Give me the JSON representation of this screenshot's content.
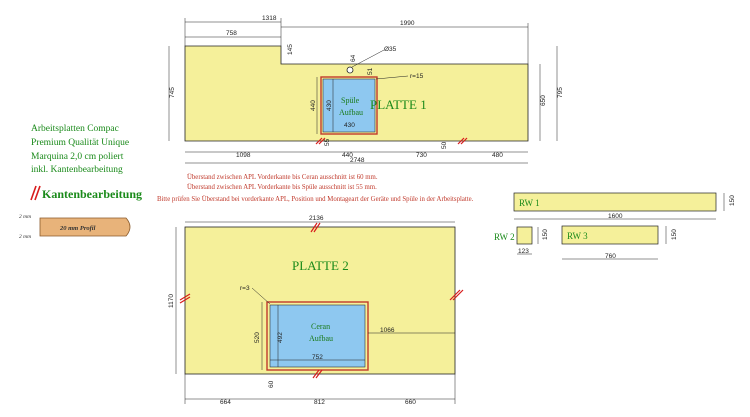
{
  "colors": {
    "plate": "#f5f09a",
    "sink": "#8ec8f0",
    "cutout_border": "#c0392b",
    "edge_mark": "#d81b1b",
    "note_text": "#c0392b",
    "legend_text": "#1a8a1a",
    "dim_line": "#222222"
  },
  "legend": {
    "line1": "Arbeitsplatten Compac",
    "line2": "Premium Qualität Unique",
    "line3": "Marquina 2,0 cm poliert",
    "line4": "inkl. Kantenbearbeitung",
    "edge_title": "Kantenbearbeitung",
    "profile_label": "20 mm Profil",
    "mm_top": "2 mm",
    "mm_bottom": "2 mm"
  },
  "platte1": {
    "label": "PLATTE 1",
    "sink_label_1": "Spüle",
    "sink_label_2": "Aufbau",
    "radius_label": "r=15",
    "hole_label": "Ø35",
    "dims": {
      "total_top": "1318",
      "right_top": "1990",
      "left_top": "758",
      "notch": "145",
      "hole_off_top": "64",
      "hole_off_right": "51",
      "height_left": "745",
      "height_right": "795",
      "height_mid": "650",
      "sink_height_outer": "440",
      "sink_height_inner": "430",
      "sink_width_inner": "430",
      "sink_bottom": "55",
      "small_right": "50",
      "bottom_left": "1098",
      "bottom_sink": "440",
      "bottom_mid": "730",
      "bottom_right": "480",
      "bottom_total": "2748"
    }
  },
  "notes": {
    "line1": "Überstand zwischen APL Vorderkante bis Ceran ausschnitt ist 60 mm.",
    "line2": "Überstand zwischen APL Vorderkante bis Spüle ausschnitt ist 55 mm.",
    "line3": "Bitte prüfen Sie Überstand bei vorderkante APL, Position und Montageart der Geräte und Spüle in der Arbeitsplatte."
  },
  "rw": {
    "rw1_label": "RW 1",
    "rw1_width": "1600",
    "rw1_height": "150",
    "rw2_label": "RW 2",
    "rw2_width": "123",
    "rw2_height": "150",
    "rw3_label": "RW 3",
    "rw3_width": "760",
    "rw3_height": "150"
  },
  "platte2": {
    "label": "PLATTE 2",
    "cooktop_label_1": "Ceran",
    "cooktop_label_2": "Aufbau",
    "radius_label": "r=3",
    "dims": {
      "top_total": "2136",
      "height_left": "1170",
      "cut_height_outer": "520",
      "cut_height_inner": "492",
      "cut_width_inner": "752",
      "cut_right": "1066",
      "cut_bottom": "60",
      "bottom_left": "664",
      "bottom_mid": "812",
      "bottom_right": "660"
    }
  }
}
